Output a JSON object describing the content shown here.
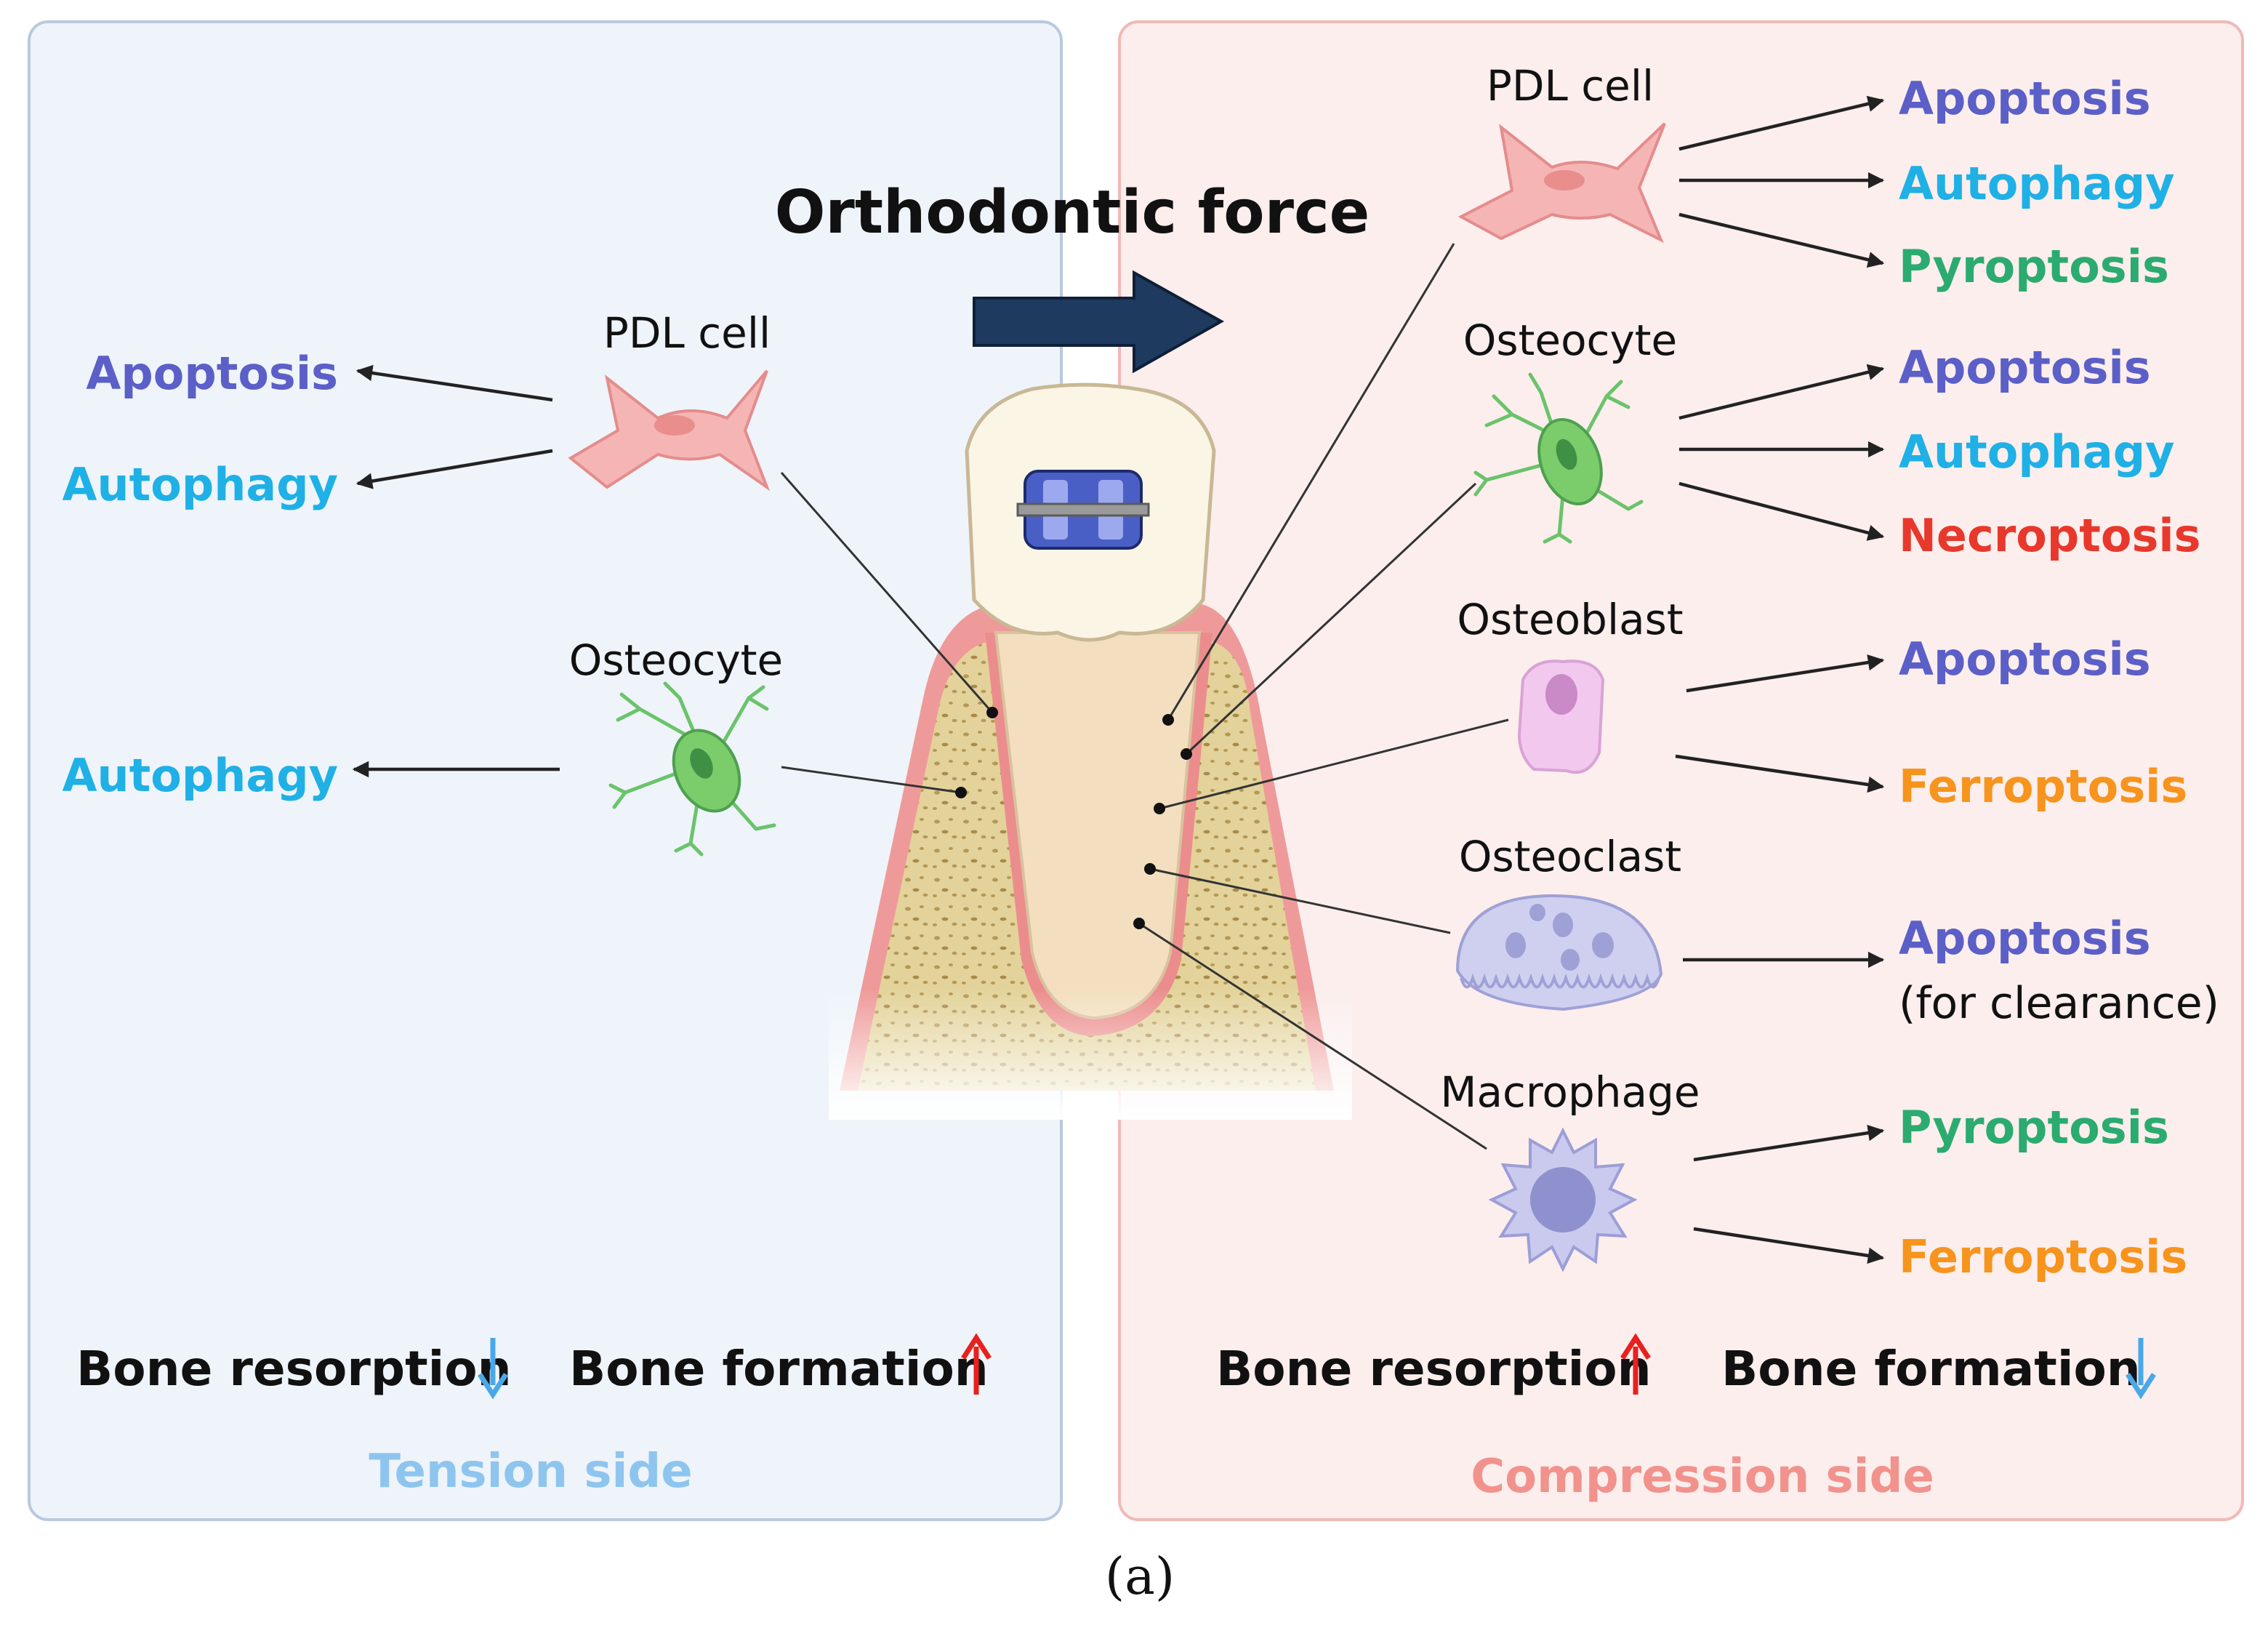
{
  "title": "Orthodontic force",
  "panel_label": "(a)",
  "colors": {
    "apoptosis": "#5b5fc7",
    "autophagy": "#1fb0e6",
    "pyroptosis": "#2bab6f",
    "necroptosis": "#e8382c",
    "ferroptosis": "#f7941d",
    "clearance": "#222222",
    "tension_bg": "#eef4fa",
    "compression_bg": "#fbeeed",
    "tension_label": "#8ec5ee",
    "compression_label": "#f2928c",
    "arrow_up": "#e8201e",
    "arrow_down": "#4aa8e8",
    "force_arrow": "#1e3a5f"
  },
  "tension": {
    "side_label": "Tension side",
    "pdl": {
      "label": "PDL cell",
      "outcomes": [
        {
          "text": "Apoptosis",
          "kind": "apoptosis"
        },
        {
          "text": "Autophagy",
          "kind": "autophagy"
        }
      ]
    },
    "osteocyte": {
      "label": "Osteocyte",
      "outcomes": [
        {
          "text": "Autophagy",
          "kind": "autophagy"
        }
      ]
    },
    "bone_resorption": "Bone resorption",
    "bone_formation": "Bone formation"
  },
  "compression": {
    "side_label": "Compression side",
    "cells": [
      {
        "label": "PDL cell",
        "icon": "pdl-cell-icon",
        "outcomes": [
          {
            "text": "Apoptosis",
            "kind": "apoptosis"
          },
          {
            "text": "Autophagy",
            "kind": "autophagy"
          },
          {
            "text": "Pyroptosis",
            "kind": "pyroptosis"
          }
        ]
      },
      {
        "label": "Osteocyte",
        "icon": "osteocyte-icon",
        "outcomes": [
          {
            "text": "Apoptosis",
            "kind": "apoptosis"
          },
          {
            "text": "Autophagy",
            "kind": "autophagy"
          },
          {
            "text": "Necroptosis",
            "kind": "necroptosis"
          }
        ]
      },
      {
        "label": "Osteoblast",
        "icon": "osteoblast-icon",
        "outcomes": [
          {
            "text": "Apoptosis",
            "kind": "apoptosis"
          },
          {
            "text": "Ferroptosis",
            "kind": "ferroptosis"
          }
        ]
      },
      {
        "label": "Osteoclast",
        "icon": "osteoclast-icon",
        "outcomes": [
          {
            "text": "Apoptosis",
            "kind": "apoptosis"
          }
        ],
        "note": "(for clearance)"
      },
      {
        "label": "Macrophage",
        "icon": "macrophage-icon",
        "outcomes": [
          {
            "text": "Pyroptosis",
            "kind": "pyroptosis"
          },
          {
            "text": "Ferroptosis",
            "kind": "ferroptosis"
          }
        ]
      }
    ],
    "bone_resorption": "Bone resorption",
    "bone_formation": "Bone formation"
  }
}
